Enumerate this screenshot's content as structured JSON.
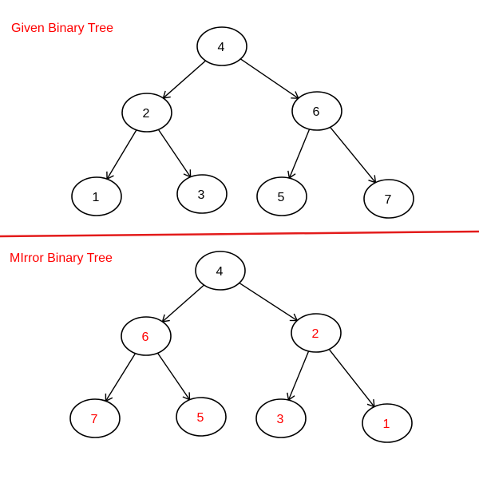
{
  "colors": {
    "accent": "#ff0000",
    "divider": "#e31b1b",
    "ink": "#000000",
    "node_fill": "#ffffff"
  },
  "given_tree": {
    "title": "Given Binary Tree",
    "nodes": [
      {
        "id": "g4",
        "label": "4",
        "color": "#000000"
      },
      {
        "id": "g2",
        "label": "2",
        "color": "#000000"
      },
      {
        "id": "g6",
        "label": "6",
        "color": "#000000"
      },
      {
        "id": "g1",
        "label": "1",
        "color": "#000000"
      },
      {
        "id": "g3",
        "label": "3",
        "color": "#000000"
      },
      {
        "id": "g5",
        "label": "5",
        "color": "#000000"
      },
      {
        "id": "g7",
        "label": "7",
        "color": "#000000"
      }
    ],
    "edges": [
      {
        "from": "g4",
        "to": "g2"
      },
      {
        "from": "g4",
        "to": "g6"
      },
      {
        "from": "g2",
        "to": "g1"
      },
      {
        "from": "g2",
        "to": "g3"
      },
      {
        "from": "g6",
        "to": "g5"
      },
      {
        "from": "g6",
        "to": "g7"
      }
    ]
  },
  "mirror_tree": {
    "title": "MIrror Binary Tree",
    "nodes": [
      {
        "id": "m4",
        "label": "4",
        "color": "#000000"
      },
      {
        "id": "m6",
        "label": "6",
        "color": "#ff0000"
      },
      {
        "id": "m2",
        "label": "2",
        "color": "#ff0000"
      },
      {
        "id": "m7",
        "label": "7",
        "color": "#ff0000"
      },
      {
        "id": "m5",
        "label": "5",
        "color": "#ff0000"
      },
      {
        "id": "m3",
        "label": "3",
        "color": "#ff0000"
      },
      {
        "id": "m1",
        "label": "1",
        "color": "#ff0000"
      }
    ],
    "edges": [
      {
        "from": "m4",
        "to": "m6"
      },
      {
        "from": "m4",
        "to": "m2"
      },
      {
        "from": "m6",
        "to": "m7"
      },
      {
        "from": "m6",
        "to": "m5"
      },
      {
        "from": "m2",
        "to": "m3"
      },
      {
        "from": "m2",
        "to": "m1"
      }
    ]
  }
}
